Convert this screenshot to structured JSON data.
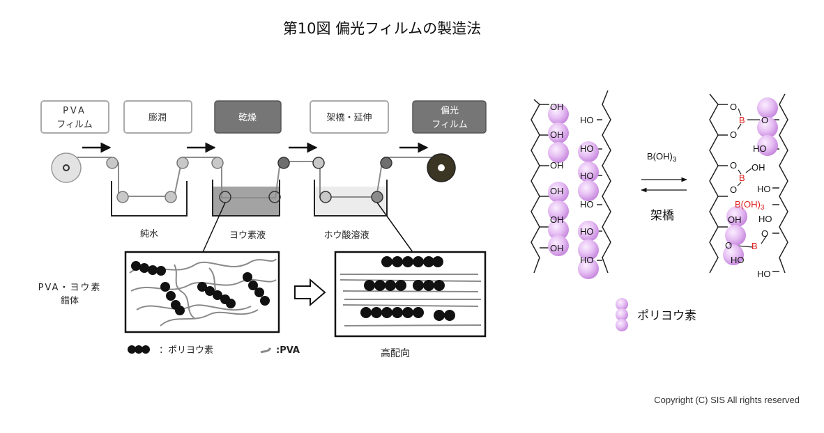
{
  "title": "第10図 偏光フィルムの製造法",
  "process_steps": [
    {
      "line1": "PVA",
      "line2": "フィルム",
      "style": "light"
    },
    {
      "line1": "膨潤",
      "line2": "",
      "style": "light"
    },
    {
      "line1": "乾燥",
      "line2": "",
      "style": "dark"
    },
    {
      "line1": "架橋・延伸",
      "line2": "",
      "style": "light"
    },
    {
      "line1": "偏光",
      "line2": "フィルム",
      "style": "dark"
    }
  ],
  "baths": [
    "純水",
    "ヨウ素液",
    "ホウ酸溶液"
  ],
  "complex_label_line1": "PVA・ヨウ素",
  "complex_label_line2": "錯体",
  "legend_polyiodine": "：ポリヨウ素",
  "legend_pva": ":PVA",
  "high_orientation": "高配向",
  "chem": {
    "oh": "OH",
    "ho": "HO",
    "reagent": "B(OH)",
    "reagent_sub": "3",
    "crosslink": "架橋",
    "boron": "B",
    "o": "O",
    "b_oh3_red": "B(OH)",
    "b_oh3_red_sub": "3",
    "legend": "ポリヨウ素"
  },
  "colors": {
    "box_light_border": "#aaaaaa",
    "box_dark_fill": "#767676",
    "iodine_purple": "#e3b9f0",
    "boron_red": "#e01b1b",
    "dark_roll": "#3b3524"
  },
  "copyright": "Copyright (C) SIS All rights reserved"
}
